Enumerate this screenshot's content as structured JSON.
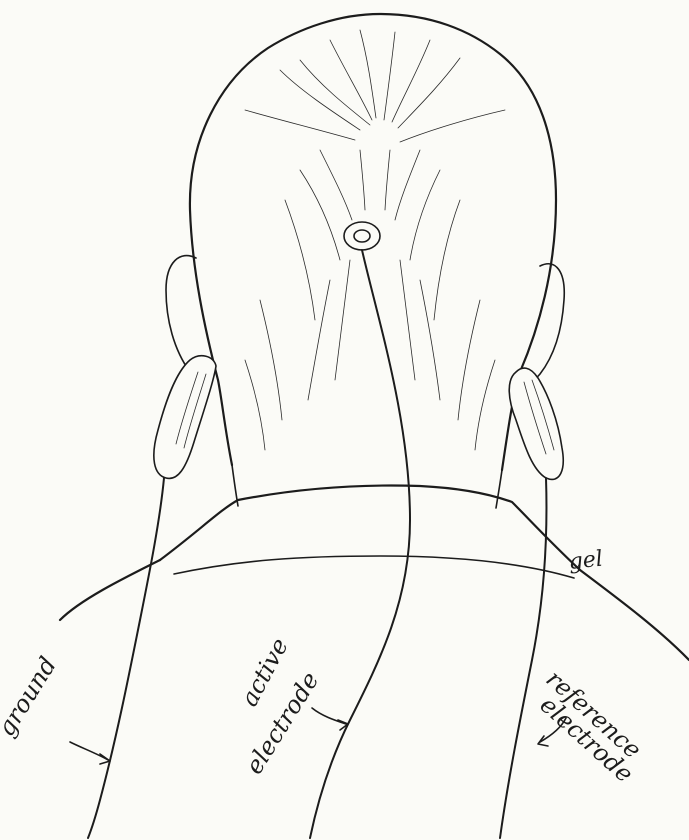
{
  "labels": {
    "ground": "ground",
    "active_line1": "active",
    "active_line2": "electrode",
    "reference_line1": "reference",
    "reference_line2": "electrode",
    "signature": "gel"
  }
}
